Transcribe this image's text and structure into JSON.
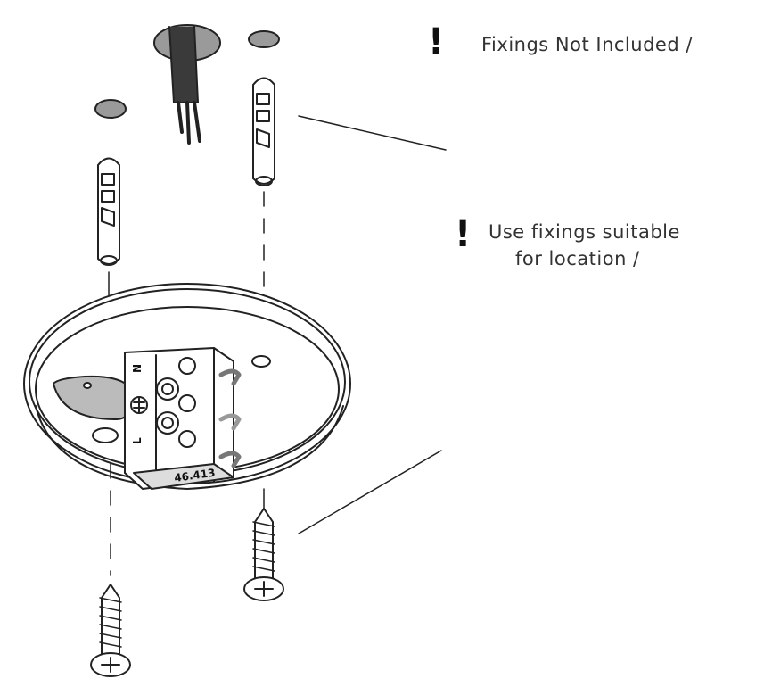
{
  "notes": {
    "fixings_not_included": "Fixings Not Included /",
    "use_fixings_line1": "Use fixings suitable",
    "use_fixings_line2": "for location /",
    "warning_glyph": "!"
  },
  "terminal": {
    "neutral_label": "N",
    "live_label": "L",
    "model_code": "46.413"
  },
  "colors": {
    "line": "#222222",
    "plug_grey": "#999999",
    "cable": "#3a3a3a"
  }
}
